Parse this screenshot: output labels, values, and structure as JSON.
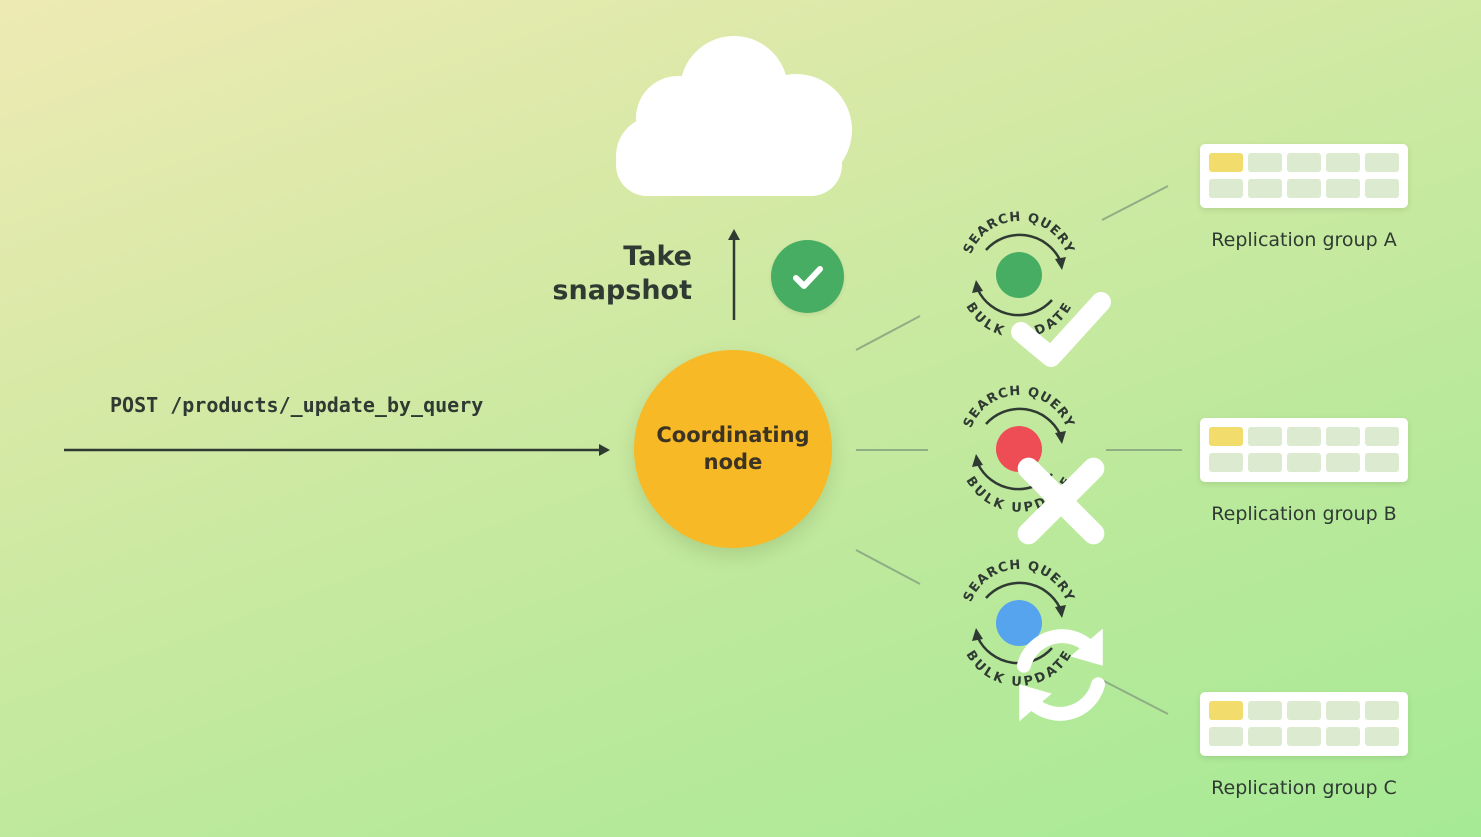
{
  "snapshot": {
    "label_line1": "Take",
    "label_line2": "snapshot"
  },
  "request": {
    "label": "POST /products/_update_by_query"
  },
  "coordinating_node": {
    "line1": "Coordinating",
    "line2": "node"
  },
  "cycles": [
    {
      "top_text": "SEARCH QUERY",
      "bottom_text": "BULK UPDATE",
      "status": "success",
      "status_color": "#47ad62",
      "icon": "check-icon"
    },
    {
      "top_text": "SEARCH QUERY",
      "bottom_text": "BULK UPDATE",
      "status": "failed",
      "status_color": "#ee4d55",
      "icon": "x-icon"
    },
    {
      "top_text": "SEARCH QUERY",
      "bottom_text": "BULK UPDATE",
      "status": "in-progress",
      "status_color": "#56a4ee",
      "icon": "sync-icon"
    }
  ],
  "groups": [
    {
      "label": "Replication group A"
    },
    {
      "label": "Replication group B"
    },
    {
      "label": "Replication group C"
    }
  ],
  "colors": {
    "primary_shard": "#f2dd6c",
    "replica_shard": "#dcebcf",
    "node": "#f7b925",
    "text": "#2f3a32"
  }
}
